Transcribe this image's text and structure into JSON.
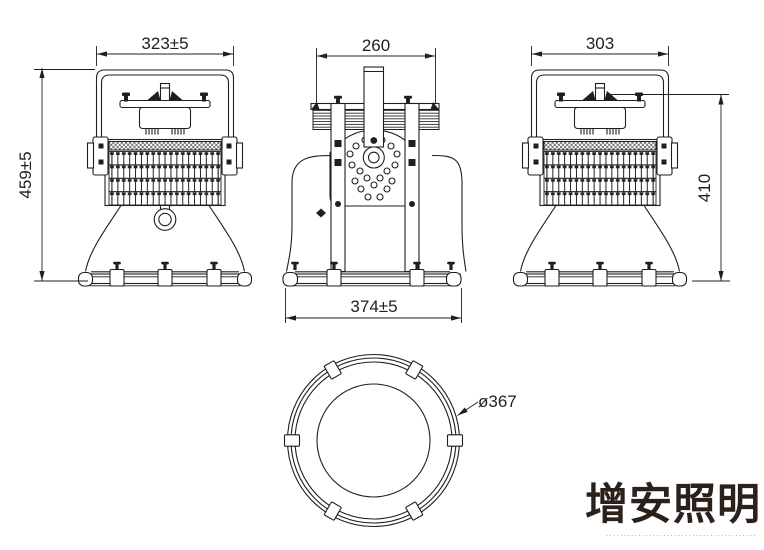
{
  "drawing": {
    "background": "#ffffff",
    "line_color": "#1f1f1f"
  },
  "dimensions": {
    "front_width": "323±5",
    "side_width": "260",
    "right_width": "303",
    "overall_height": "459±5",
    "right_height": "410",
    "rim_width": "374±5",
    "shade_diameter": "ø367"
  },
  "watermark": {
    "text": "增安照明",
    "subtext": "··········································",
    "color": "#2b211a"
  }
}
